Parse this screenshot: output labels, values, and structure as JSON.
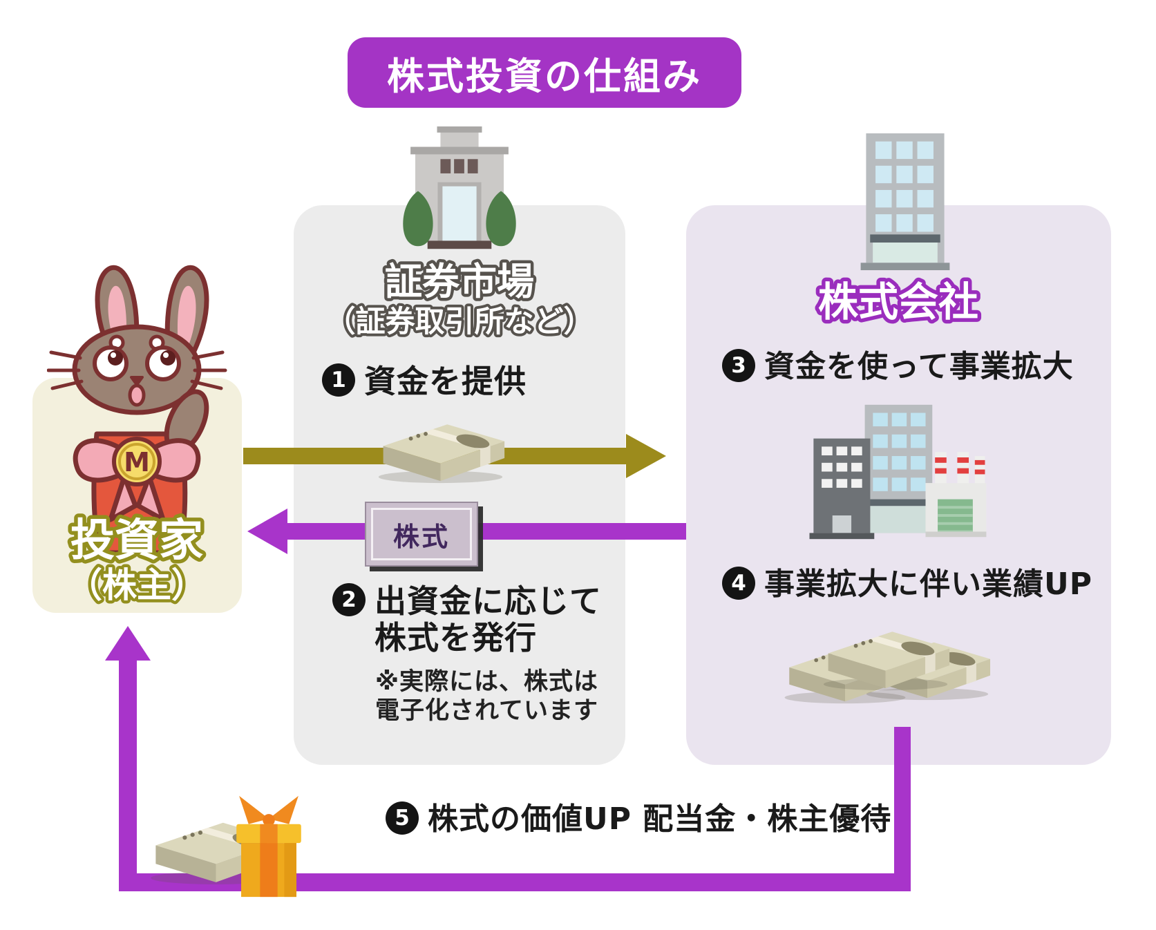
{
  "title": "株式投資の仕組み",
  "investor": {
    "name": "投資家",
    "name_sub": "（株主）"
  },
  "market": {
    "name": "証券市場",
    "name_sub": "（証券取引所など）"
  },
  "company": {
    "name": "株式会社"
  },
  "certificate": {
    "label": "株式"
  },
  "mascot": {
    "medal_letter": "M"
  },
  "steps": [
    {
      "num": "1",
      "text": "資金を提供"
    },
    {
      "num": "2",
      "line1": "出資金に応じて",
      "line2": "株式を発行",
      "note1": "※実際には、株式は",
      "note2": "電子化されています"
    },
    {
      "num": "3",
      "text": "資金を使って事業拡大"
    },
    {
      "num": "4",
      "text": "事業拡大に伴い業績UP"
    },
    {
      "num": "5",
      "text": "株式の価値UP 配当金・株主優待"
    }
  ],
  "colors": {
    "title_bg": "#a434c5",
    "purple_arrow": "#a834ca",
    "olive_arrow": "#9c8b1c",
    "market_panel": "#ececec",
    "company_panel": "#eae4ef",
    "investor_panel": "#f3f0dd"
  }
}
